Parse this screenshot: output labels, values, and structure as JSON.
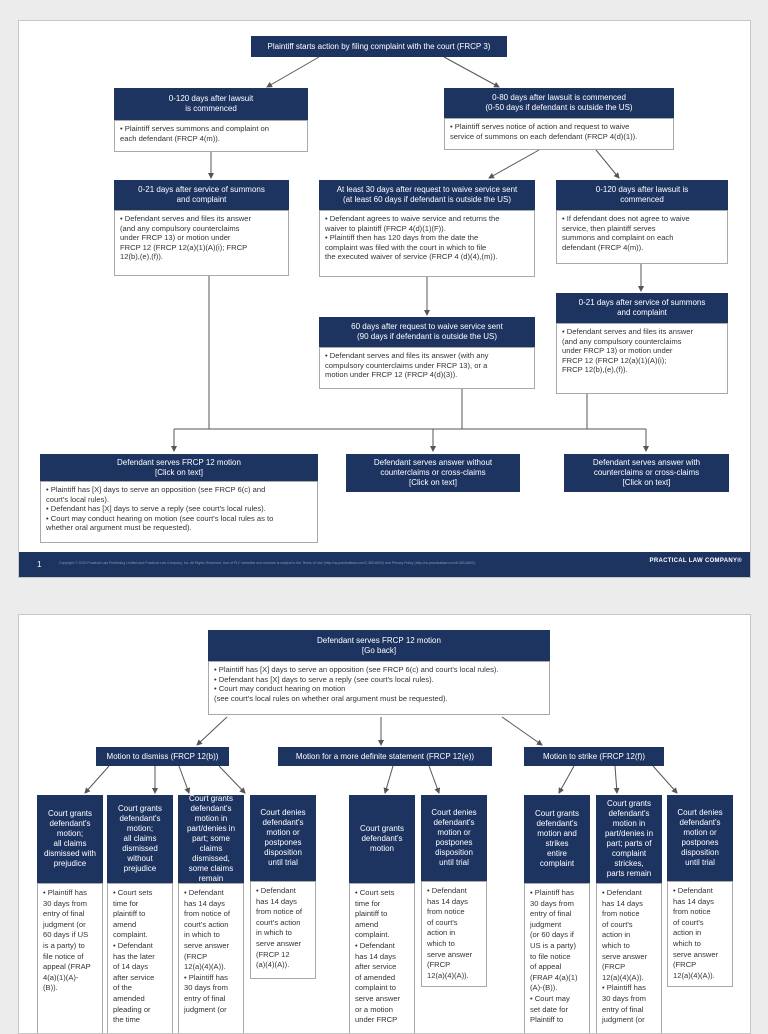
{
  "page1": {
    "start": "Plaintiff starts action by filing complaint with the court (FRCP 3)",
    "left": {
      "h1": [
        "0-120 days after lawsuit",
        "is commenced"
      ],
      "b1": [
        "• Plaintiff serves summons and complaint on",
        "each defendant (FRCP 4(m))."
      ],
      "h2": [
        "0-21 days after service of summons",
        "and complaint"
      ],
      "b2": [
        "• Defendant serves and files its answer",
        "(and any compulsory counterclaims",
        "under FRCP 13) or motion under",
        "FRCP 12 (FRCP 12(a)(1)(A)(i); FRCP",
        "12(b),(e),(f))."
      ]
    },
    "right": {
      "h1": [
        "0-80 days after lawsuit is commenced",
        "(0-50 days if defendant is outside the US)"
      ],
      "b1": [
        "• Plaintiff serves notice of action and request to waive",
        "service of summons on each defendant (FRCP 4(d)(1))."
      ]
    },
    "mid": {
      "h1": [
        "At least 30 days after request to waive service sent",
        "(at least 60 days if defendant is outside the US)"
      ],
      "b1": [
        "• Defendant agrees to waive service and returns the",
        "waiver to plaintiff (FRCP 4(d)(1)(F)).",
        "• Plaintiff then has 120 days from the date the",
        "complaint was filed with the court in which to file",
        "the executed waiver of service (FRCP 4 (d)(4),(m))."
      ],
      "h2": [
        "60 days after request to waive service sent",
        "(90 days if defendant is outside the US)"
      ],
      "b2": [
        "• Defendant serves and files its answer (with any",
        "compulsory counterclaims under FRCP 13), or a",
        "motion under FRCP 12 (FRCP 4(d)(3))."
      ]
    },
    "far": {
      "h1": [
        "0-120 days after lawsuit is",
        "commenced"
      ],
      "b1": [
        "• If defendant does not agree to waive",
        "service, then plaintiff serves",
        "summons and complaint on each",
        "defendant (FRCP 4(m))."
      ],
      "h2": [
        "0-21 days after service of summons",
        "and complaint"
      ],
      "b2": [
        "• Defendant serves and files its answer",
        "(and any compulsory counterclaims",
        "under FRCP 13) or motion under",
        "FRCP 12 (FRCP 12(a)(1)(A)(i);",
        "FRCP 12(b),(e),(f))."
      ]
    },
    "bottom": {
      "motion_h": [
        "Defendant serves FRCP 12 motion",
        "[Click on text]"
      ],
      "motion_b": [
        "• Plaintiff has [X] days to serve an opposition (see FRCP 6(c) and",
        "court's local rules).",
        "• Defendant has [X] days to serve a reply (see court's local rules).",
        "• Court may conduct hearing on motion (see court's local rules as to",
        "whether oral argument must be requested)."
      ],
      "nocc_h": [
        "Defendant serves answer without",
        "counterclaims or cross-claims",
        "[Click on text]"
      ],
      "cc_h": [
        "Defendant serves answer with",
        "counterclaims or cross-claims",
        "[Click on text]"
      ]
    },
    "footer": {
      "page_num": "1",
      "copyright": "Copyright © 2010 Practical Law Publishing Limited and Practical Law Company, Inc. All Rights Reserved. Use of PLC websites and services is subject to the Terms of Use (http://us.practicallaw.com/2-383-6690) and Privacy Policy (http://us.practicallaw.com/8-383-6692).",
      "brand": "PRACTICAL LAW COMPANY®"
    }
  },
  "page2": {
    "top_h": [
      "Defendant serves FRCP 12 motion",
      "[Go back]"
    ],
    "top_b": [
      "• Plaintiff has [X] days to serve an opposition (see FRCP 6(c) and court's local rules).",
      "• Defendant has [X] days to serve a reply (see court's local rules).",
      "• Court may conduct hearing on motion",
      "(see court's local rules on whether oral argument must be requested)."
    ],
    "cat1": "Motion to dismiss (FRCP 12(b))",
    "cat2": "Motion for a more definite statement (FRCP 12(e))",
    "cat3": "Motion to strike (FRCP 12(f))",
    "cols": [
      {
        "h": [
          "Court grants",
          "defendant's",
          "motion;",
          "all claims",
          "dismissed with",
          "prejudice"
        ],
        "b": [
          "• Plaintiff has",
          "30 days from",
          "entry of final",
          "judgment (or",
          "60 days if US",
          "is a party) to",
          "file notice of",
          "appeal (FRAP",
          "4(a)(1)(A)-",
          "(B))."
        ]
      },
      {
        "h": [
          "Court grants",
          "defendant's",
          "motion;",
          "all claims",
          "dismissed",
          "without",
          "prejudice"
        ],
        "b": [
          "• Court sets",
          "time for",
          "plaintiff to",
          "amend",
          "complaint.",
          "• Defendant",
          "has the later",
          "of 14 days",
          "after service",
          "of the",
          "amended",
          "pleading or",
          "the time"
        ]
      },
      {
        "h": [
          "Court grants",
          "defendant's",
          "motion in",
          "part/denies in",
          "part; some",
          "claims",
          "dismissed,",
          "some claims",
          "remain"
        ],
        "b": [
          "• Defendant",
          "has 14 days",
          "from notice of",
          "court's action",
          "in which to",
          "serve answer",
          "(FRCP",
          "12(a)(4)(A)).",
          "• Plaintiff has",
          "30 days from",
          "entry of final",
          "judgment (or"
        ]
      },
      {
        "h": [
          "Court denies",
          "defendant's",
          "motion or",
          "postpones",
          "disposition",
          "until trial"
        ],
        "b": [
          "• Defendant",
          "has 14 days",
          "from notice of",
          "court's action",
          "in which to",
          "serve answer",
          "(FRCP 12",
          "(a)(4)(A))."
        ]
      },
      {
        "h": [
          "Court grants",
          "defendant's",
          "motion"
        ],
        "b": [
          "• Court sets",
          "time for",
          "plaintiff to",
          "amend",
          "complaint.",
          "• Defendant",
          "has 14 days",
          "after service",
          "of amended",
          "complaint to",
          "serve answer",
          "or a motion",
          "under FRCP"
        ]
      },
      {
        "h": [
          "Court denies",
          "defendant's",
          "motion or",
          "postpones",
          "disposition",
          "until trial"
        ],
        "b": [
          "• Defendant",
          "has 14 days",
          "from notice",
          "of court's",
          "action in",
          "which to",
          "serve answer",
          "(FRCP",
          "12(a)(4)(A))."
        ]
      },
      {
        "h": [
          "Court grants",
          "defendant's",
          "motion and",
          "strikes",
          "entire",
          "complaint"
        ],
        "b": [
          "• Plaintiff has",
          "30 days from",
          "entry of final",
          "judgment",
          "(or 60 days if",
          "US is a party)",
          "to file notice",
          "of appeal",
          "(FRAP 4(a)(1)",
          "(A)-(B)).",
          "• Court may",
          "set date for",
          "Plaintiff to"
        ]
      },
      {
        "h": [
          "Court grants",
          "defendant's",
          "motion in",
          "part/denies in",
          "part; parts of",
          "complaint",
          "strickes,",
          "parts remain"
        ],
        "b": [
          "• Defendant",
          "has 14 days",
          "from notice",
          "of court's",
          "action in",
          "which to",
          "serve answer",
          "(FRCP",
          "12(a)(4)(A)).",
          "• Plaintiff has",
          "30 days from",
          "entry of final",
          "judgment (or"
        ]
      },
      {
        "h": [
          "Court denies",
          "defendant's",
          "motion or",
          "postpones",
          "disposition",
          "until trial"
        ],
        "b": [
          "• Defendant",
          "has 14 days",
          "from notice",
          "of court's",
          "action in",
          "which to",
          "serve answer",
          "(FRCP",
          "12(a)(4)(A))."
        ]
      }
    ]
  },
  "colors": {
    "navy": "#1d3461",
    "line": "#555555",
    "footer_dots": [
      "#c0392b",
      "#e67e22",
      "#7f8c8d"
    ]
  }
}
